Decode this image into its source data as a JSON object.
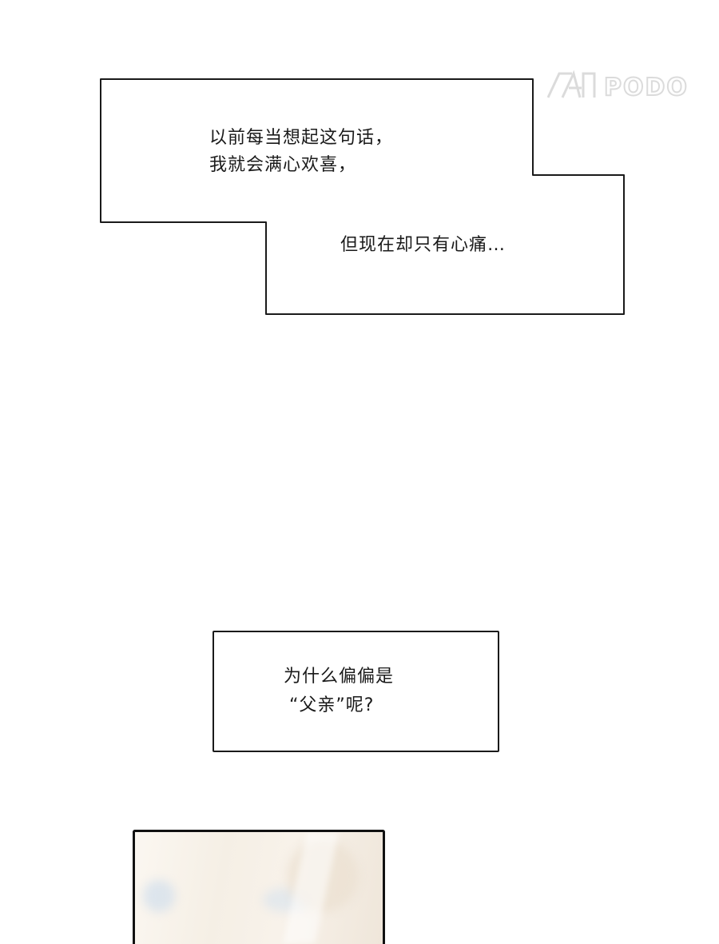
{
  "watermark": {
    "brand_text": "PODO"
  },
  "captions": {
    "panel_1": {
      "line_1": "以前每当想起这句话，",
      "line_2": "我就会满心欢喜，",
      "line_3": "但现在却只有心痛…"
    },
    "panel_2": {
      "line_1": "为什么偏偏是",
      "line_2": "“父亲”呢?"
    }
  },
  "colors": {
    "border": "#1a1a1a",
    "text": "#1a1a1a",
    "background": "#ffffff",
    "watermark": "#b3b3b3"
  }
}
